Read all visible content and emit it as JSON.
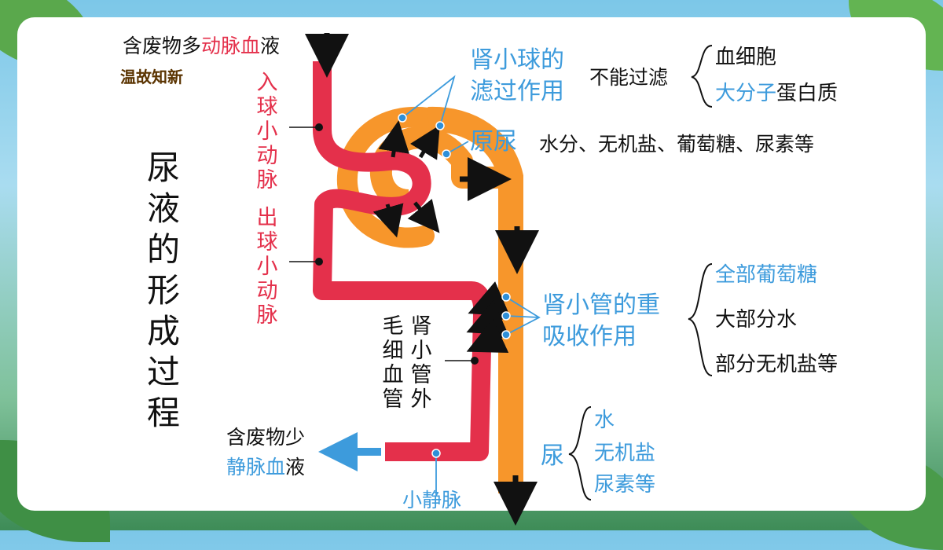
{
  "labels": {
    "artery_in_prefix": "含废物多",
    "artery_in_red": "动脉血",
    "artery_in_suffix": "液",
    "review": "温故知新",
    "afferent": "入球小动脉",
    "efferent": "出球小动脉",
    "title": "尿液的形成过程",
    "glom_filter_line1": "肾小球的",
    "glom_filter_line2": "滤过作用",
    "cannot_filter": "不能过滤",
    "blood_cells": "血细胞",
    "macro_blue": "大分子",
    "macro_rest": "蛋白质",
    "primary_urine": "原尿",
    "primary_components": "水分、无机盐、葡萄糖、尿素等",
    "reabsorb_line1": "肾小管的重",
    "reabsorb_line2": "吸收作用",
    "all_glucose": "全部葡萄糖",
    "most_water": "大部分水",
    "some_salts": "部分无机盐等",
    "capillary_col1": "肾小管外",
    "capillary_col2": "毛细血管",
    "vein_out_line1": "含废物少",
    "vein_out_blue": "静脉血",
    "vein_out_suffix": "液",
    "venule": "小静脉",
    "urine": "尿",
    "urine_water": "水",
    "urine_salts": "无机盐",
    "urine_urea": "尿素等"
  },
  "colors": {
    "blood": "#e4304b",
    "tubule": "#f7962b",
    "blue": "#3d9bdc",
    "dot": "#2e8fd8",
    "arrow": "#111111"
  }
}
